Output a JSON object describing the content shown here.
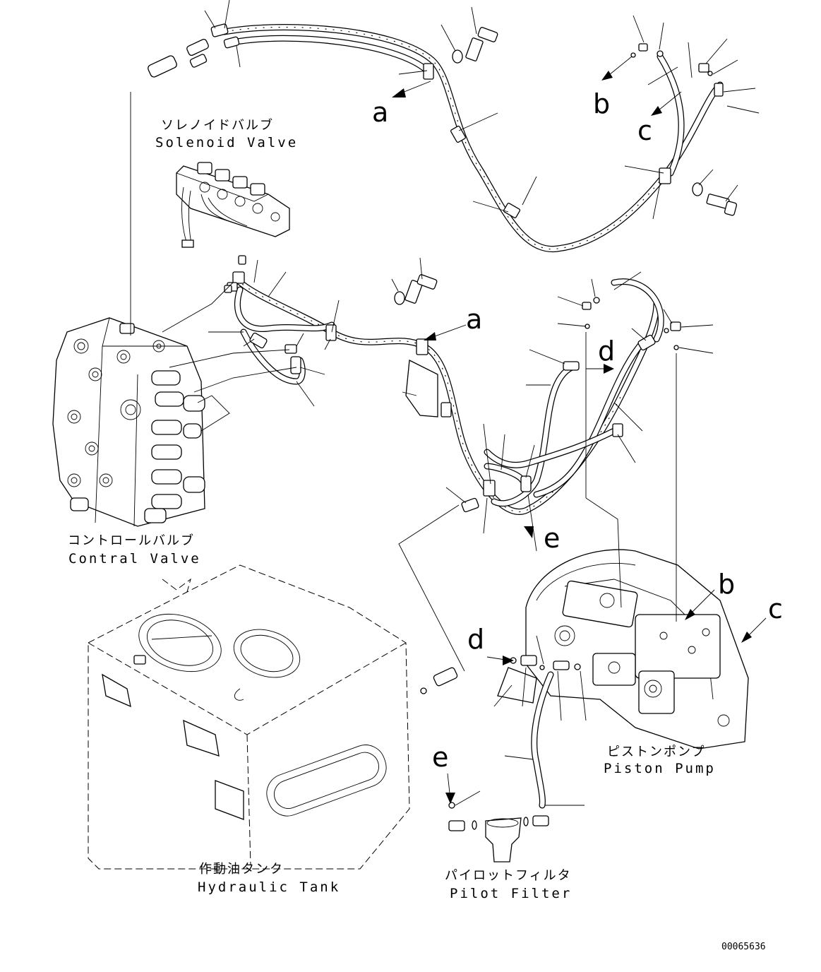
{
  "components": {
    "solenoid_valve": {
      "ja": "ソレノイドバルブ",
      "en": "Solenoid Valve"
    },
    "control_valve": {
      "ja": "コントロールバルブ",
      "en": "Contral Valve"
    },
    "hydraulic_tank": {
      "ja": "作動油タンク",
      "en": "Hydraulic Tank"
    },
    "pilot_filter": {
      "ja": "パイロットフィルタ",
      "en": "Pilot Filter"
    },
    "piston_pump": {
      "ja": "ピストンポンプ",
      "en": "Piston Pump"
    }
  },
  "connection_letters": [
    "a",
    "b",
    "c",
    "d",
    "e"
  ],
  "drawing_number": "00065636"
}
